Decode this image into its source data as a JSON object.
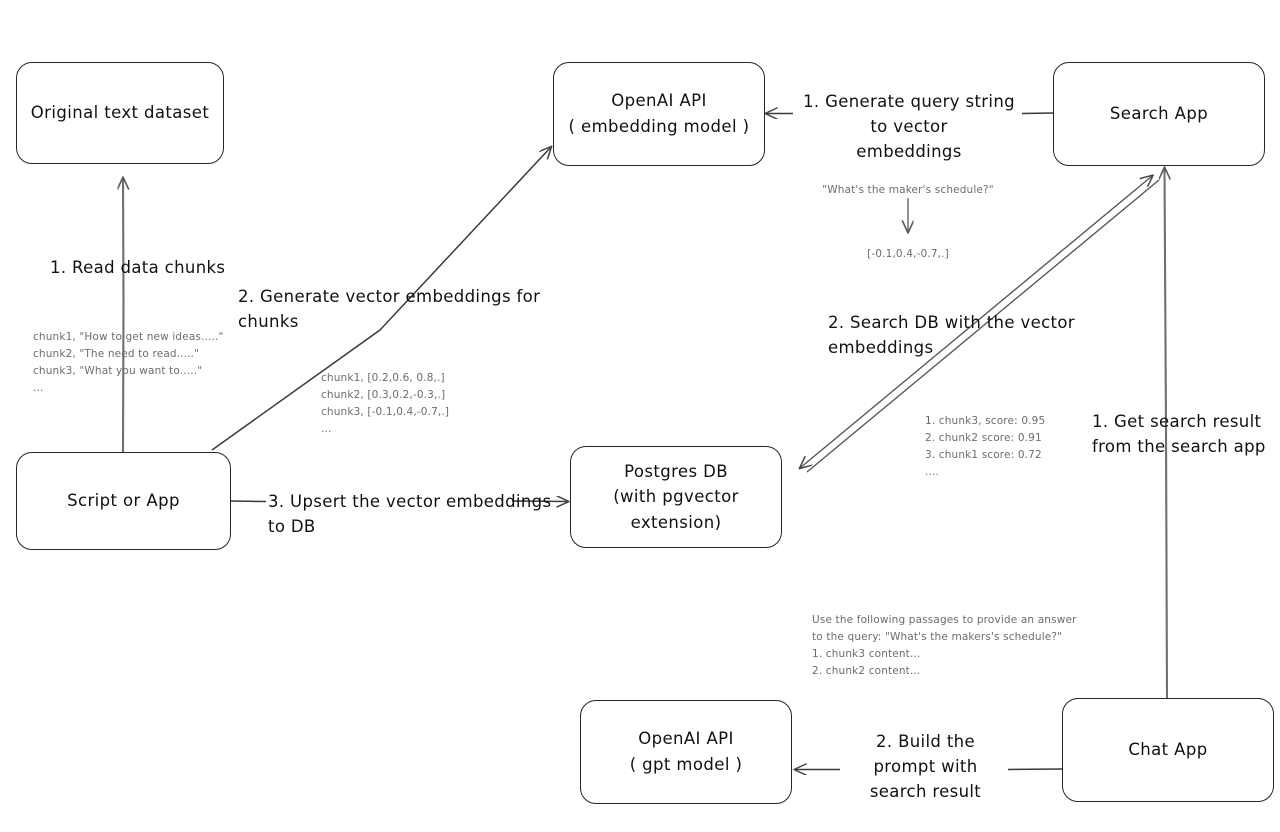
{
  "diagram": {
    "title": "RAG pipeline with OpenAI embeddings and pgvector",
    "ink_color": "#262626",
    "annotation_color": "#6d6d6d"
  },
  "nodes": {
    "original_dataset": {
      "label": "Original text dataset"
    },
    "script_or_app": {
      "label": "Script or App"
    },
    "openai_embedding": {
      "label": "OpenAI API\n( embedding model )"
    },
    "postgres_db": {
      "label": "Postgres DB\n(with pgvector extension)"
    },
    "search_app": {
      "label": "Search App"
    },
    "chat_app": {
      "label": "Chat App"
    },
    "openai_gpt": {
      "label": "OpenAI API\n( gpt model )"
    }
  },
  "edge_labels": {
    "read_data_chunks": "1. Read data chunks",
    "generate_embeddings": "2. Generate vector embeddings for chunks",
    "upsert_to_db": "3. Upsert the vector embeddings  to DB",
    "generate_query_string": "1. Generate query string to vector\nembeddings",
    "search_db": "2. Search DB with the vector embeddings",
    "get_search_result": "1. Get search result\nfrom the search app",
    "build_prompt": "2. Build the prompt with\nsearch result"
  },
  "annotations": {
    "chunks_text": "chunk1, \"How to get new ideas.....\"\nchunk2, \"The need to read.....\"\nchunk3, \"What you want to.....\"\n...",
    "chunk_vectors": "chunk1, [0.2,0.6, 0.8,.]\nchunk2, [0.3,0.2,-0.3,.]\nchunk3, [-0.1,0.4,-0.7,.]\n...",
    "query_string": "\"What's the maker's schedule?\"",
    "query_vector": "[-0.1,0.4,-0.7,.]",
    "search_results": "1. chunk3, score: 0.95\n2. chunk2 score: 0.91\n3. chunk1 score: 0.72\n....",
    "prompt_text": "Use the following passages to provide an answer\nto the query: \"What's the makers's schedule?\"\n1. chunk3 content...\n2. chunk2 content..."
  }
}
